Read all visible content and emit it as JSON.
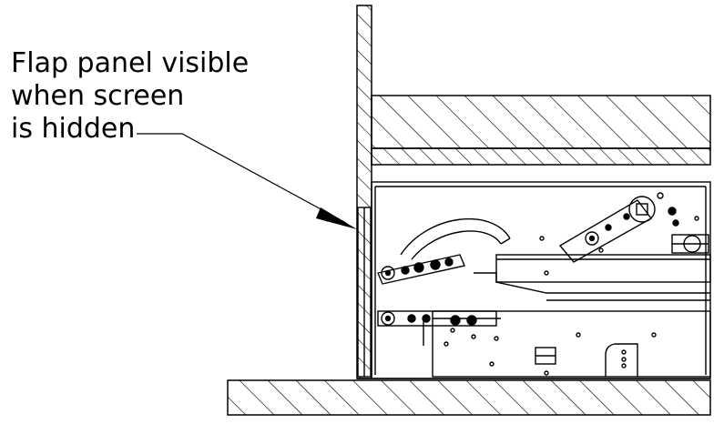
{
  "callout": {
    "lines": [
      "Flap panel visible",
      "when screen",
      "is hidden"
    ]
  },
  "colors": {
    "ink": "#000000",
    "background": "#ffffff"
  },
  "hatch": "diagonal-section-hatch"
}
